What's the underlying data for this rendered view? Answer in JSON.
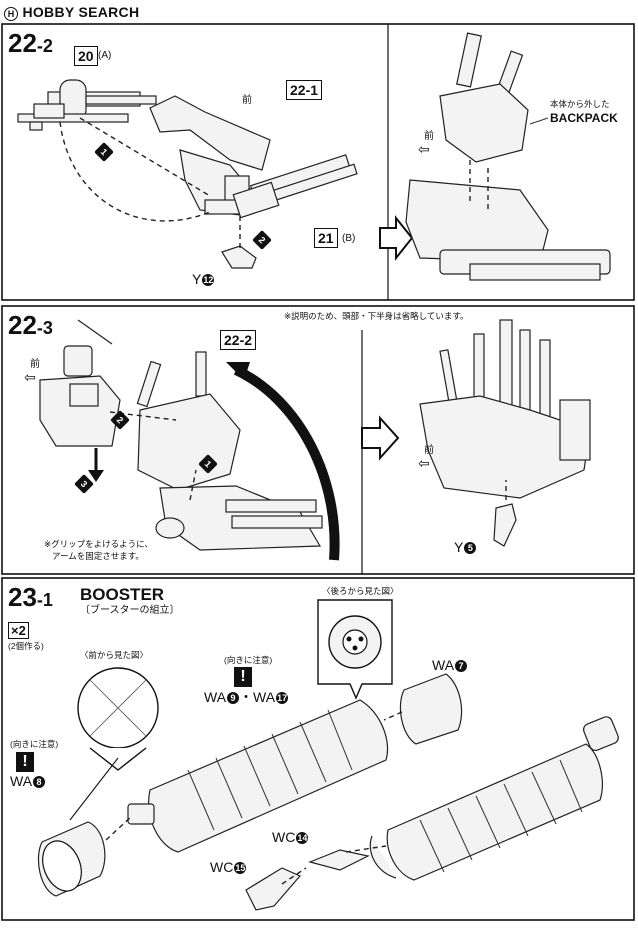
{
  "watermark": {
    "brand": "HOBBY SEARCH",
    "logo_text": "H"
  },
  "step_22_2": {
    "step_main": "22",
    "step_sub": "-2",
    "part_20": "20",
    "part_20_suffix": "(A)",
    "front_arrow": "前",
    "part_22_1": "22-1",
    "order_1": "1",
    "order_2": "2",
    "part_21": "21",
    "part_21_suffix": "(B)",
    "part_y": "Y",
    "part_y_num": "12",
    "removed_note": "本体から外した",
    "backpack": "BACKPACK",
    "front_arrow_right": "前"
  },
  "step_22_3": {
    "step_main": "22",
    "step_sub": "-3",
    "top_note": "※説明のため、頭部・下半身は省略しています。",
    "front_arrow": "前",
    "order_1": "1",
    "order_2": "2",
    "order_3": "3",
    "part_22_2": "22-2",
    "grip_note_1": "※グリップをよけるように、",
    "grip_note_2": "アームを固定させます。",
    "front_arrow_right": "前",
    "part_y": "Y",
    "part_y_num": "5"
  },
  "step_23_1": {
    "step_main": "23",
    "step_sub": "-1",
    "title": "BOOSTER",
    "subtitle": "〔ブースターの組立〕",
    "times": "×2",
    "times_note": "(2個作る)",
    "front_view": "〈前から見た図〉",
    "rear_view": "〈後ろから見た図〉",
    "caution": "(向きに注意)",
    "wa_7": "WA",
    "wa_7_num": "7",
    "wa_9_17": "WA",
    "wa_9_num": "9",
    "wa_sep": "・WA",
    "wa_17_num": "17",
    "wa_8": "WA",
    "wa_8_num": "8",
    "wc_14": "WC",
    "wc_14_num": "14",
    "wc_15": "WC",
    "wc_15_num": "15"
  }
}
